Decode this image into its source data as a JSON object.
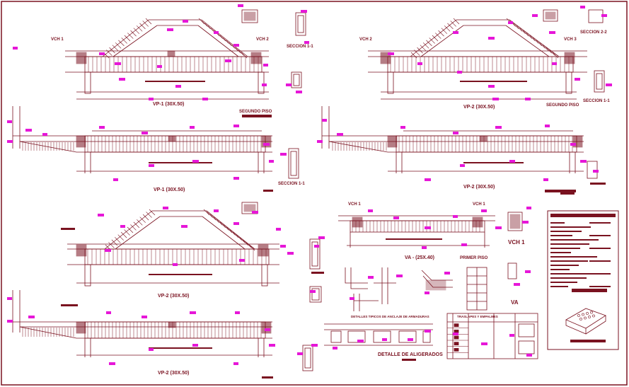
{
  "colors": {
    "ink": "#7a1220",
    "accent": "#e617d8",
    "paper": "#ffffff"
  },
  "labels": {
    "vch1_a": "VCH 1",
    "vch2_a": "VCH 2",
    "seccion_1_1_a": "SECCION 1-1",
    "vp1_top": "VP-1 (30X.50)",
    "segundo_piso_a": "SEGUNDO PISO",
    "vch2_b": "VCH 2",
    "vch3_b": "VCH 3",
    "seccion_2_2": "SECCION 2-2",
    "seccion_1_1_b": "SECCION 1-1",
    "vp2_top": "VP-2 (30X.50)",
    "segundo_piso_b": "SEGUNDO PISO",
    "vp1_mid": "VP-1 (30X.50)",
    "seccion_1_1_c": "SECCION 1-1",
    "vp2_mid": "VP-2 (30X.50)",
    "vp2_lower": "VP-2 (30X.50)",
    "vp2_bottom": "VP-2 (30X.50)",
    "vch1_c": "VCH 1",
    "vch1_d": "VCH 1",
    "va": "VA - (25X.40)",
    "primer_piso": "PRIMER PISO",
    "vch1_detail": "VCH 1",
    "va_detail": "VA",
    "detalles_tipicos": "DETALLES TIPICOS DE ANCLAJE DE ARMADURAS",
    "traslapes": "TRASLAPES Y EMPALMES",
    "detalle_aligerados": "DETALLE DE ALIGERADOS"
  }
}
